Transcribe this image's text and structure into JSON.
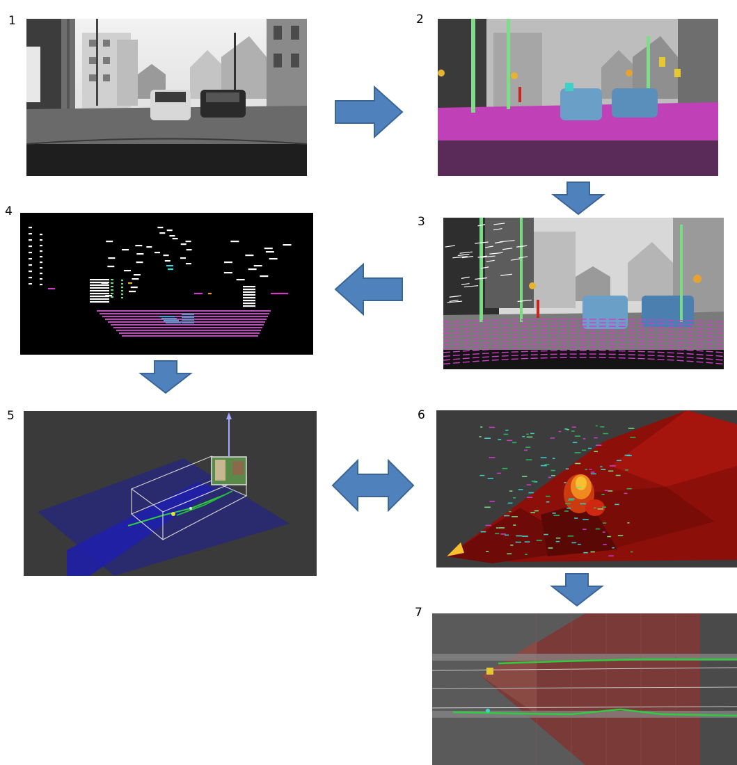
{
  "panels": [
    {
      "label": "1"
    },
    {
      "label": "2"
    },
    {
      "label": "3"
    },
    {
      "label": "4"
    },
    {
      "label": "5"
    },
    {
      "label": "6"
    },
    {
      "label": "7"
    }
  ],
  "colors": {
    "arrow_fill": "#4f81bd",
    "arrow_stroke": "#3a6595",
    "road_segment": "#c83cc8",
    "car_segment": "#5a96c8",
    "pole_segment": "#78dc82",
    "traffic_sign": "#e6b432",
    "ground_plane": "#2a2a6e",
    "heat_red": "#8c0f0a",
    "lane_green": "#2ecc40"
  }
}
